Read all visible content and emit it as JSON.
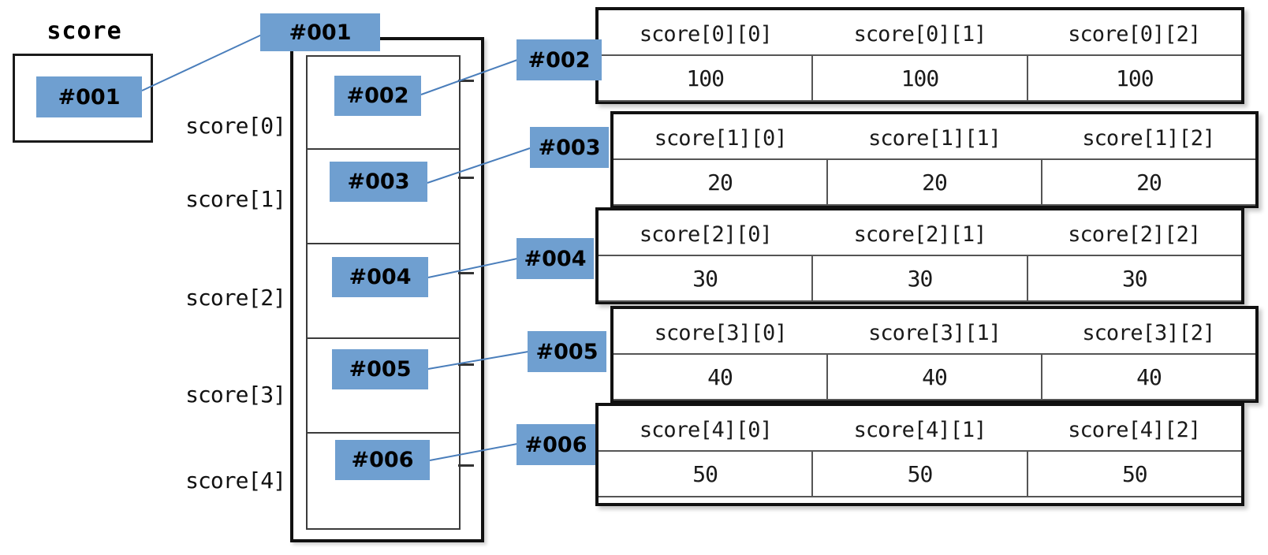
{
  "diagram": {
    "title_label": "score",
    "pointer_tag": "#001",
    "column_top_tag": "#001",
    "row_labels": [
      "score[0]",
      "score[1]",
      "score[2]",
      "score[3]",
      "score[4]"
    ],
    "column_tags": [
      "#002",
      "#003",
      "#004",
      "#005",
      "#006"
    ],
    "outer_tags": [
      "#002",
      "#003",
      "#004",
      "#005",
      "#006"
    ],
    "accent_color": "#6f9fd0",
    "line_color": "#4a7ebb",
    "border_color": "#111111"
  },
  "tables": [
    {
      "address_tag": "#002",
      "headers": [
        "score[0][0]",
        "score[0][1]",
        "score[0][2]"
      ],
      "values": [
        "100",
        "100",
        "100"
      ]
    },
    {
      "address_tag": "#003",
      "headers": [
        "score[1][0]",
        "score[1][1]",
        "score[1][2]"
      ],
      "values": [
        "20",
        "20",
        "20"
      ]
    },
    {
      "address_tag": "#004",
      "headers": [
        "score[2][0]",
        "score[2][1]",
        "score[2][2]"
      ],
      "values": [
        "30",
        "30",
        "30"
      ]
    },
    {
      "address_tag": "#005",
      "headers": [
        "score[3][0]",
        "score[3][1]",
        "score[3][2]"
      ],
      "values": [
        "40",
        "40",
        "40"
      ]
    },
    {
      "address_tag": "#006",
      "headers": [
        "score[4][0]",
        "score[4][1]",
        "score[4][2]"
      ],
      "values": [
        "50",
        "50",
        "50"
      ]
    }
  ]
}
